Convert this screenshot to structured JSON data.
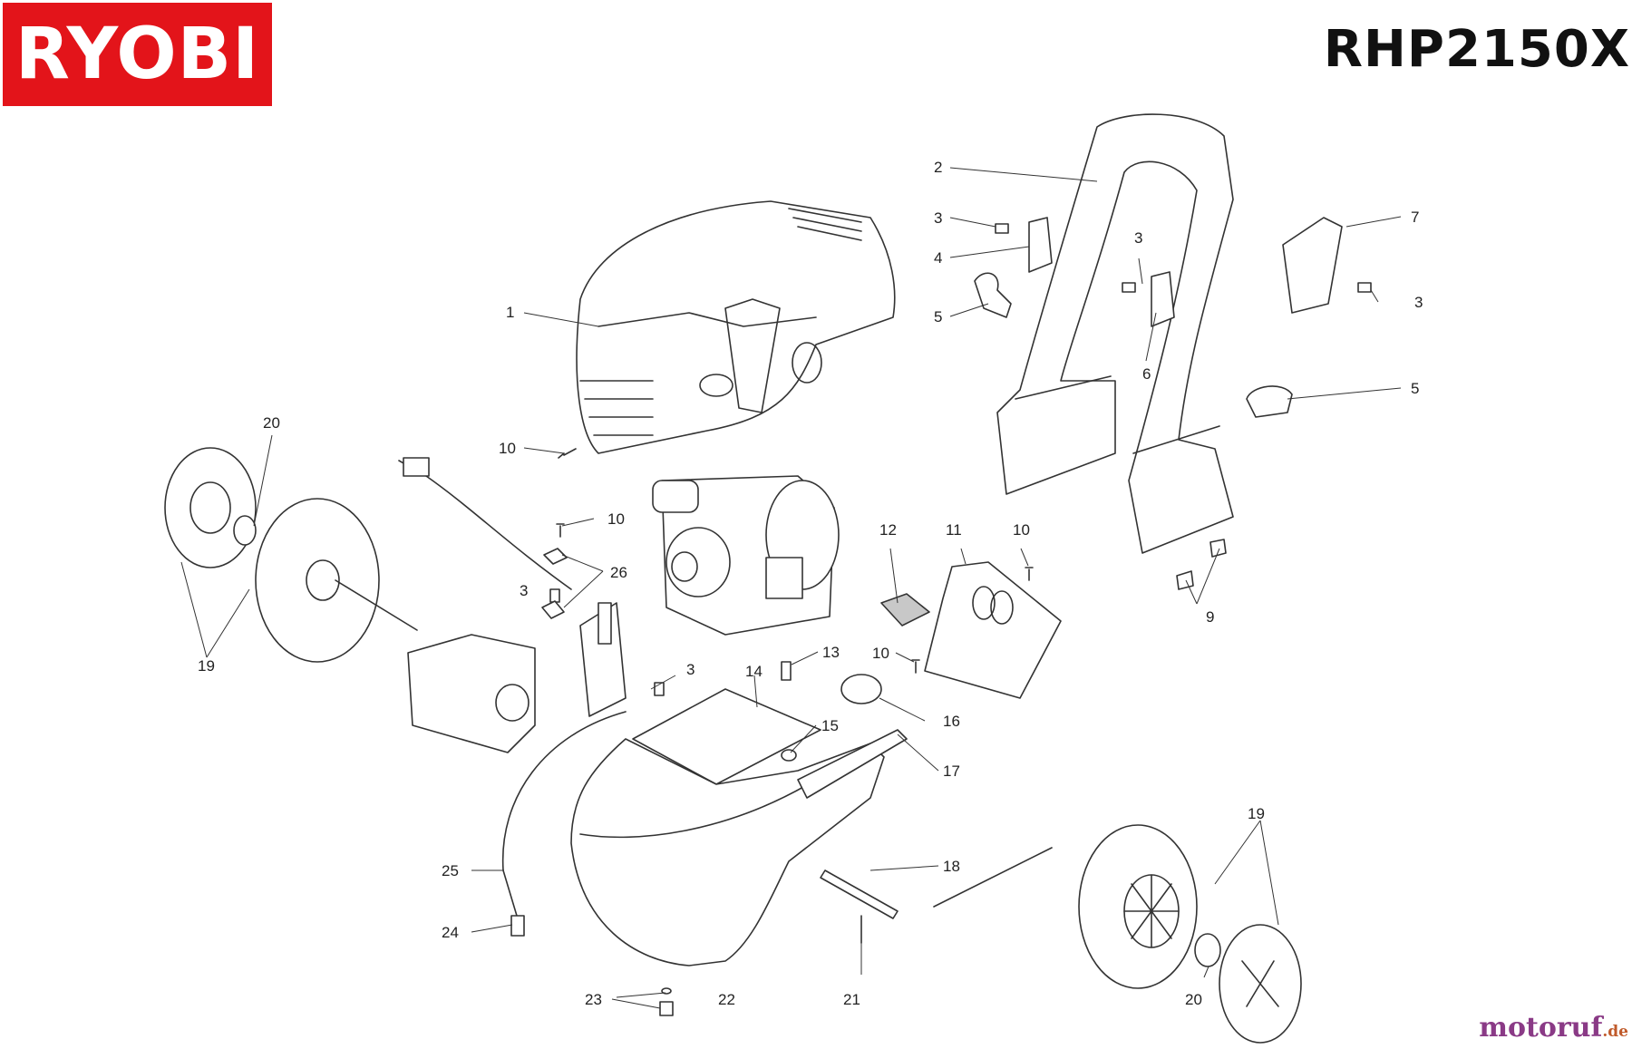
{
  "brand": {
    "name": "RYOBI",
    "color": "#e3141a"
  },
  "model": "RHP2150X",
  "watermark": {
    "main": "motoruf",
    "tld": ".de"
  },
  "callouts": [
    {
      "id": "c1",
      "label": "1"
    },
    {
      "id": "c2",
      "label": "2"
    },
    {
      "id": "c3a",
      "label": "3"
    },
    {
      "id": "c3b",
      "label": "3"
    },
    {
      "id": "c3c",
      "label": "3"
    },
    {
      "id": "c3d",
      "label": "3"
    },
    {
      "id": "c3e",
      "label": "3"
    },
    {
      "id": "c4",
      "label": "4"
    },
    {
      "id": "c5a",
      "label": "5"
    },
    {
      "id": "c5b",
      "label": "5"
    },
    {
      "id": "c6",
      "label": "6"
    },
    {
      "id": "c7",
      "label": "7"
    },
    {
      "id": "c9",
      "label": "9"
    },
    {
      "id": "c10a",
      "label": "10"
    },
    {
      "id": "c10b",
      "label": "10"
    },
    {
      "id": "c10c",
      "label": "10"
    },
    {
      "id": "c10d",
      "label": "10"
    },
    {
      "id": "c11",
      "label": "11"
    },
    {
      "id": "c12",
      "label": "12"
    },
    {
      "id": "c13",
      "label": "13"
    },
    {
      "id": "c14",
      "label": "14"
    },
    {
      "id": "c15",
      "label": "15"
    },
    {
      "id": "c16",
      "label": "16"
    },
    {
      "id": "c17",
      "label": "17"
    },
    {
      "id": "c18",
      "label": "18"
    },
    {
      "id": "c19a",
      "label": "19"
    },
    {
      "id": "c19b",
      "label": "19"
    },
    {
      "id": "c20a",
      "label": "20"
    },
    {
      "id": "c20b",
      "label": "20"
    },
    {
      "id": "c21",
      "label": "21"
    },
    {
      "id": "c22",
      "label": "22"
    },
    {
      "id": "c23",
      "label": "23"
    },
    {
      "id": "c24",
      "label": "24"
    },
    {
      "id": "c25",
      "label": "25"
    },
    {
      "id": "c26",
      "label": "26"
    }
  ]
}
